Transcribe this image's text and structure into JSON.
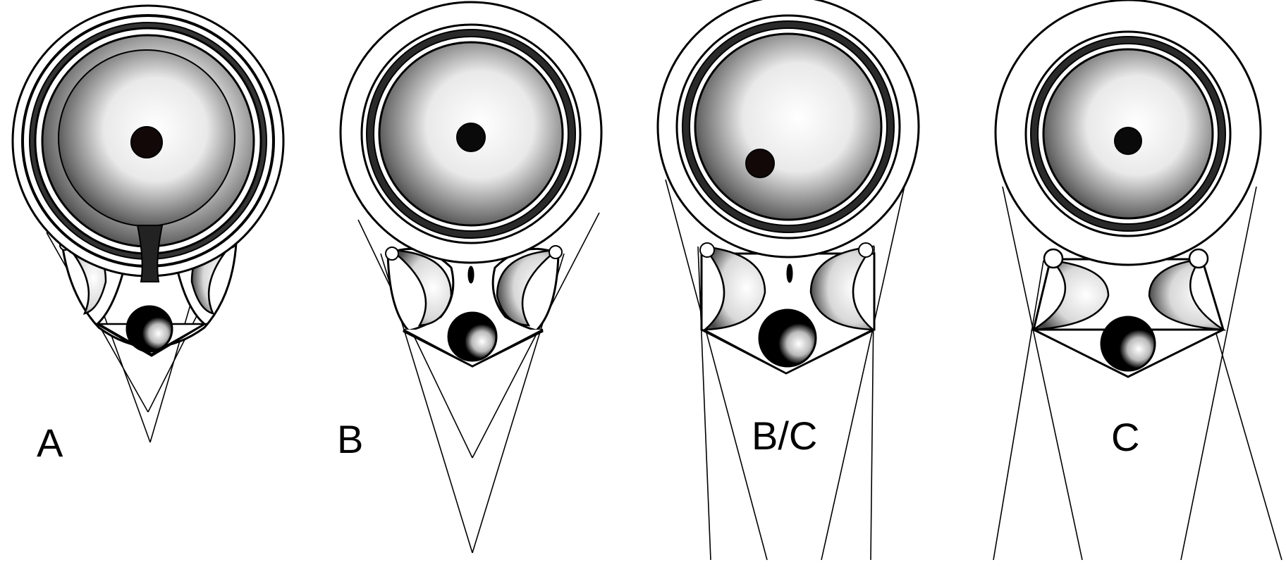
{
  "figure": {
    "lamps": [
      {
        "id": "lamp-a",
        "label": "A"
      },
      {
        "id": "lamp-b",
        "label": "B"
      },
      {
        "id": "lamp-bc",
        "label": "B/C"
      },
      {
        "id": "lamp-c",
        "label": "C"
      }
    ],
    "colors": {
      "ink": "#000000",
      "paper": "#ffffff",
      "shade": "#1a1a1a"
    }
  }
}
